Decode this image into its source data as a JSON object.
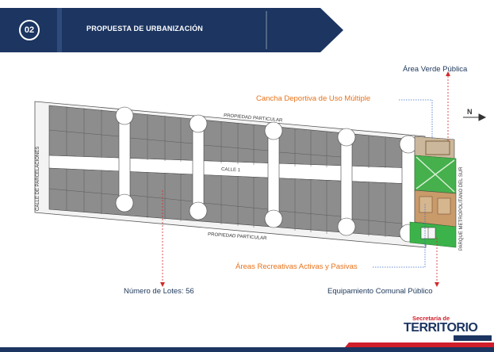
{
  "header": {
    "number": "02",
    "title": "PROPUESTA DE URBANIZACIÓN"
  },
  "plan": {
    "labels": {
      "area_verde": "Área Verde Pública",
      "cancha": "Cancha Deportiva de Uso Múltiple",
      "areas_recreativas": "Áreas Recreativas Activas y Pasivas",
      "numero_lotes": "Número de Lotes: 56",
      "equipamiento": "Equipamiento Comunal Público"
    },
    "roads": {
      "calle_parcelaciones": "CALLE DE PARCELACIONES",
      "propiedad_particular_top": "PROPIEDAD PARTICULAR",
      "propiedad_particular_bottom": "PROPIEDAD PARTICULAR",
      "calle_1": "CALLE 1",
      "parque": "PARQUE METROPOLITANO DEL SUR"
    },
    "north": "N"
  },
  "logo": {
    "top": "Secretaría de",
    "main": "TERRITORIO"
  },
  "colors": {
    "navy": "#1c3561",
    "orange": "#e8721a",
    "lot_gray": "#8d8d8d",
    "green": "#3bb34a"
  }
}
